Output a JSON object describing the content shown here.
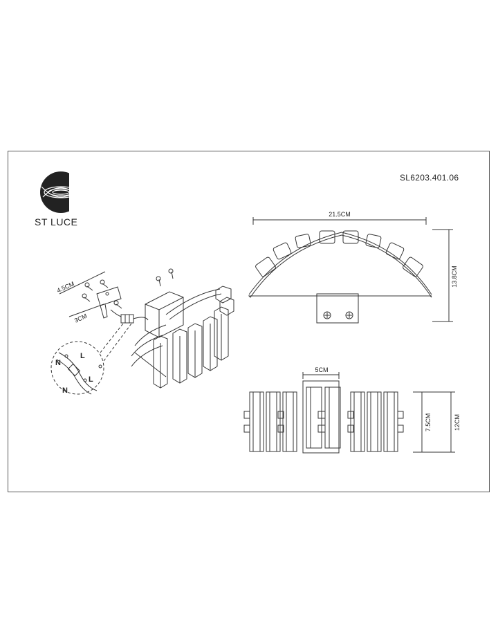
{
  "brand": {
    "name": "ST LUCE"
  },
  "model_number": "SL6203.401.06",
  "dimensions": {
    "width": "21.5CM",
    "height": "13.8CM",
    "plate_width": "5CM",
    "inner_depth": "7.5CM",
    "depth": "12CM",
    "mount_width": "4.5CM",
    "mount_spacing": "3CM"
  },
  "wiring": {
    "neutral": "N",
    "live": "L"
  },
  "colors": {
    "line": "#333333",
    "frame": "#555555",
    "logo": "#222222"
  }
}
